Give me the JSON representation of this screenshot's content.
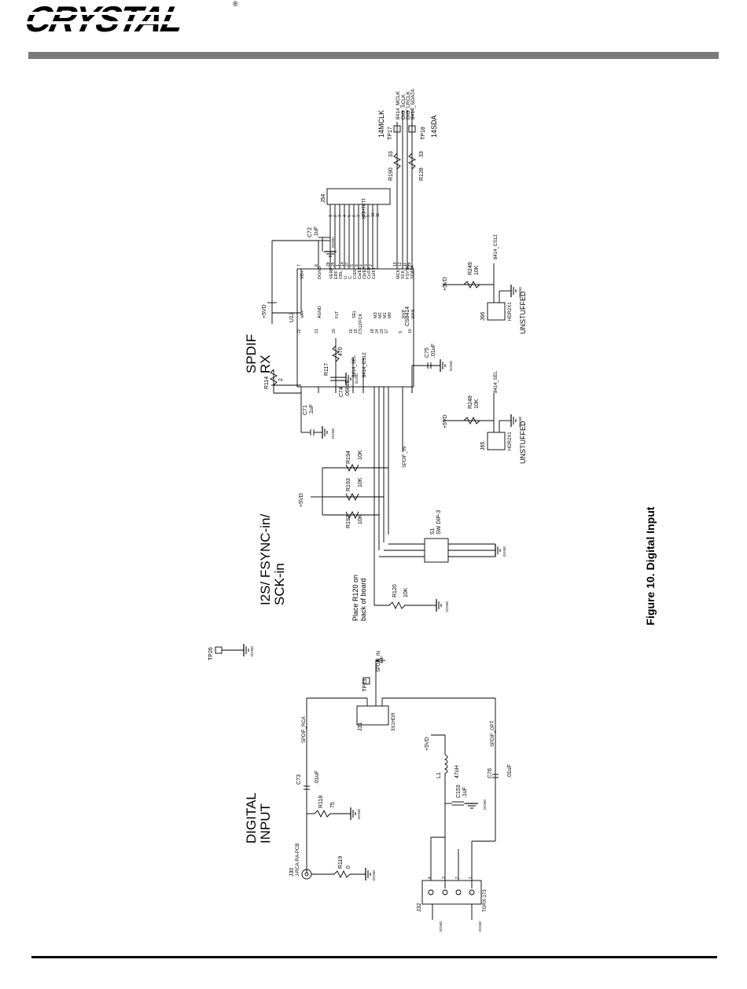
{
  "brand": {
    "logo_text": "CRYSTAL",
    "registered_mark": "®"
  },
  "caption": "Figure 10.  Digital Input",
  "section_titles": {
    "digital_input_line1": "DIGITAL",
    "digital_input_line2": "INPUT",
    "i2s_line1": "I2S/ FSYNC-in/",
    "i2s_line2": "SCK-in",
    "spdif_line1": "SPDIF",
    "spdif_line2": "RX"
  },
  "notes": {
    "r120_line1": "Place R120 on",
    "r120_line2": "back of board",
    "unstuffed_a": "UNSTUFFED",
    "unstuffed_b": "UNSTUFFED",
    "tp_14mclk": "14MCLK",
    "tp_14sda": "14SDA"
  },
  "power": {
    "vd_1": "+5VD",
    "vd_2": "+5VD",
    "vd_3": "+5VD",
    "vd_4": "+5VD",
    "vd_5": "+5VD"
  },
  "ground": "DGND",
  "u13": {
    "ref": "U13",
    "part": "CS8414",
    "left_pins": [
      {
        "num": "22",
        "name": "VA+"
      },
      {
        "num": "21",
        "name": "AGND"
      },
      {
        "num": "20",
        "name": "FLT"
      },
      {
        "num": "16",
        "name": "SEL"
      },
      {
        "num": "15",
        "name": "CS12/FCK"
      },
      {
        "num": "18",
        "name": "M3"
      },
      {
        "num": "24",
        "name": "M2"
      },
      {
        "num": "23",
        "name": "M1"
      },
      {
        "num": "17",
        "name": "M0"
      },
      {
        "num": "9",
        "name": "RXP"
      },
      {
        "num": "10",
        "name": "RXN"
      }
    ],
    "right_pins": [
      {
        "num": "7",
        "name": "VD+"
      },
      {
        "num": "8",
        "name": "DGND"
      },
      {
        "num": "28",
        "name": "VERF"
      },
      {
        "num": "25",
        "name": "ERF"
      },
      {
        "num": "1",
        "name": "CBL"
      },
      {
        "num": "14",
        "name": "U"
      },
      {
        "num": "27",
        "name": "C"
      },
      {
        "num": "5",
        "name": "C/E0"
      },
      {
        "num": "6",
        "name": "Ca/E1"
      },
      {
        "num": "4",
        "name": "Cb/E2"
      },
      {
        "num": "3",
        "name": "Cc/F0"
      },
      {
        "num": "2",
        "name": "Cd/F1"
      },
      {
        "num": "19",
        "name": "MCK"
      },
      {
        "num": "12",
        "name": "SCK"
      },
      {
        "num": "11",
        "name": "FSYNC"
      },
      {
        "num": "26",
        "name": "SDATA"
      }
    ]
  },
  "j54": {
    "ref": "J54",
    "part": "11X1HDR",
    "pins": [
      "1",
      "2",
      "3",
      "4",
      "5",
      "6",
      "7",
      "8",
      "9",
      "10",
      "11"
    ]
  },
  "nets": {
    "mclk": "8414_MCLK",
    "sclk": "DIG_SCLK",
    "lrclk": "DIG_LRCLK",
    "sdata": "8414_SDATA",
    "sel": "8414_SEL",
    "cs12": "8414_CS12",
    "spdif_in_1": "SPDIF_IN",
    "spdif_in_2": "SPDIF_IN",
    "spdif_rca": "SPDIF_RCA",
    "spdif_opt": "SPDIF_OPT"
  },
  "parts": {
    "r190": {
      "ref": "R190",
      "value": "33"
    },
    "r128": {
      "ref": "R128",
      "value": "33"
    },
    "tp17": {
      "ref": "TP17"
    },
    "tp18": {
      "ref": "TP18"
    },
    "c72": {
      "ref": "C72",
      "value": ".1uF"
    },
    "c71": {
      "ref": "C71",
      "value": ".1uF"
    },
    "c74": {
      "ref": "C74",
      "value": ".068uF"
    },
    "c75": {
      "ref": "C75",
      "value": ".01uF"
    },
    "r114": {
      "ref": "R114",
      "value": "2"
    },
    "r117": {
      "ref": "R117",
      "value": "470"
    },
    "r249": {
      "ref": "R249",
      "value": "10K"
    },
    "r248": {
      "ref": "R248",
      "value": "10K"
    },
    "j66": {
      "ref": "J66",
      "part": "HDR2X1"
    },
    "j65": {
      "ref": "J65",
      "part": "HDR2X1"
    },
    "r194": {
      "ref": "R194",
      "value": "10K"
    },
    "r193": {
      "ref": "R193",
      "value": "10K"
    },
    "r192": {
      "ref": "R192",
      "value": "10K"
    },
    "s1": {
      "ref": "S1",
      "part": "SW DIP-3"
    },
    "r120": {
      "ref": "R120",
      "value": "10K"
    },
    "tp26": {
      "ref": "TP26"
    },
    "tp23": {
      "ref": "TP23"
    },
    "j31": {
      "ref": "J31",
      "part": "3X1HDR"
    },
    "c73": {
      "ref": "C73",
      "value": ".01uF"
    },
    "r118": {
      "ref": "R118",
      "value": "75"
    },
    "r119": {
      "ref": "R119",
      "value": "0"
    },
    "j30": {
      "ref": "J30",
      "part": "J-RCA-RA-PCB"
    },
    "l1": {
      "ref": "L1",
      "value": "47uH"
    },
    "c153": {
      "ref": "C153",
      "value": ".1uF"
    },
    "c76": {
      "ref": "C76",
      "value": ".01uF"
    },
    "j32": {
      "ref": "J32",
      "part": "TORX-173"
    }
  }
}
